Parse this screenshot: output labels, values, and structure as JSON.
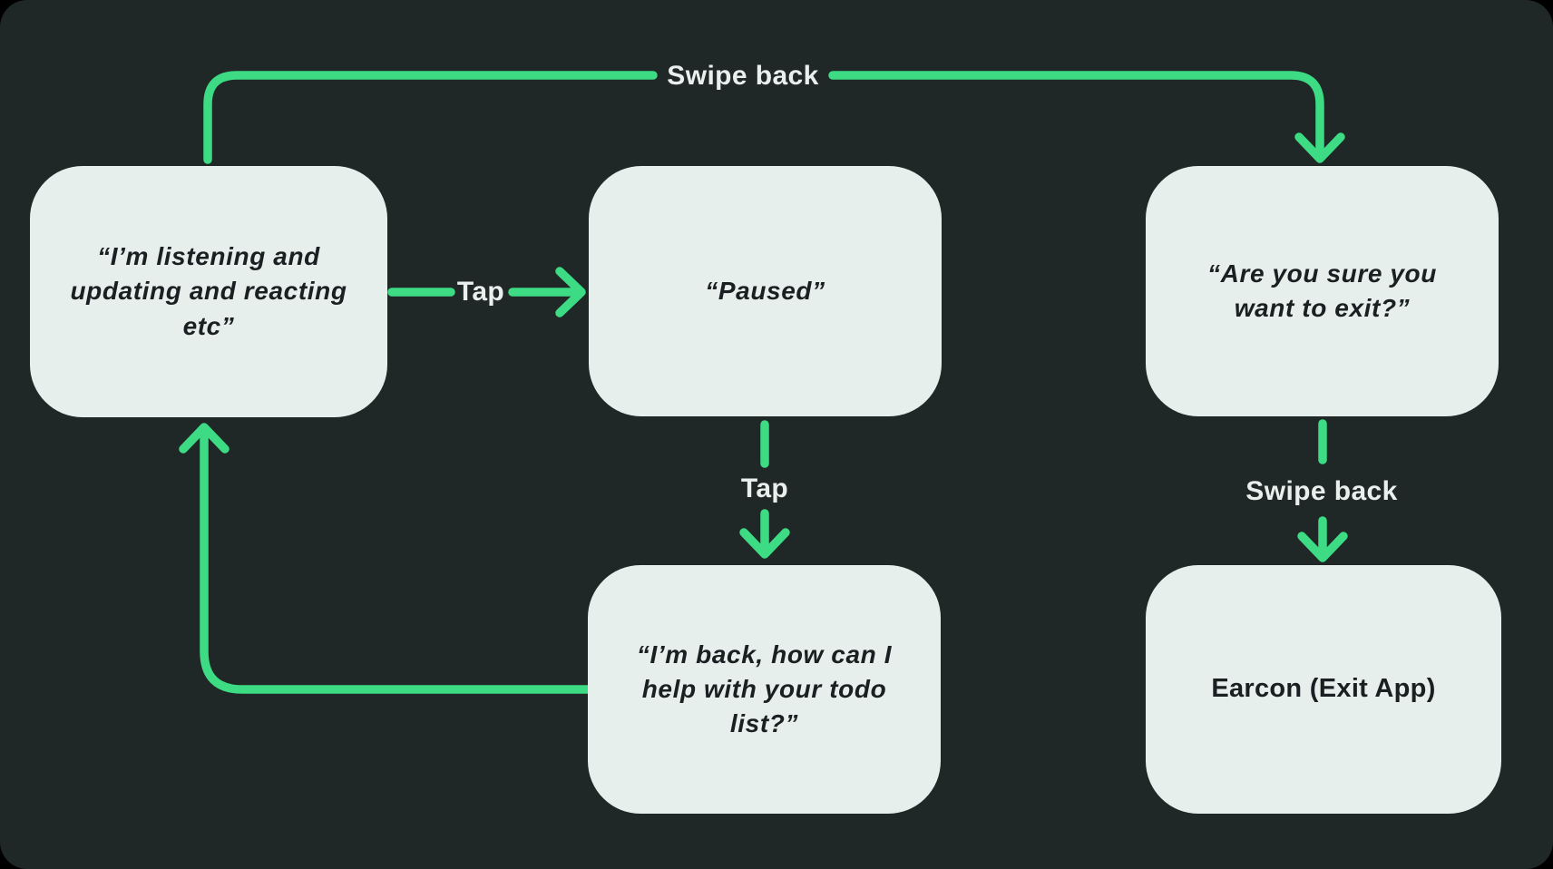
{
  "colors": {
    "background": "#000000",
    "panel": "#1F2827",
    "node_fill": "#E7EFEC",
    "node_text": "#1A2022",
    "accent": "#3DDC84",
    "edge_label_text": "#E9EFEC"
  },
  "nodes": {
    "listening": {
      "text": "“I’m listening and\nupdating and reacting\netc”"
    },
    "paused": {
      "text": "“Paused”"
    },
    "exit_confirm": {
      "text": "“Are you sure you\nwant to exit?”"
    },
    "back": {
      "text": "“I’m back, how can I\nhelp with your todo\nlist?”"
    },
    "earcon": {
      "text": "Earcon (Exit App)"
    }
  },
  "edges": {
    "swipe_back_top": {
      "label": "Swipe back",
      "from": "listening",
      "to": "exit_confirm"
    },
    "tap_pause": {
      "label": "Tap",
      "from": "listening",
      "to": "paused"
    },
    "tap_resume": {
      "label": "Tap",
      "from": "paused",
      "to": "back"
    },
    "loop_back": {
      "label": "",
      "from": "back",
      "to": "listening"
    },
    "swipe_back_exit": {
      "label": "Swipe back",
      "from": "exit_confirm",
      "to": "earcon"
    }
  }
}
